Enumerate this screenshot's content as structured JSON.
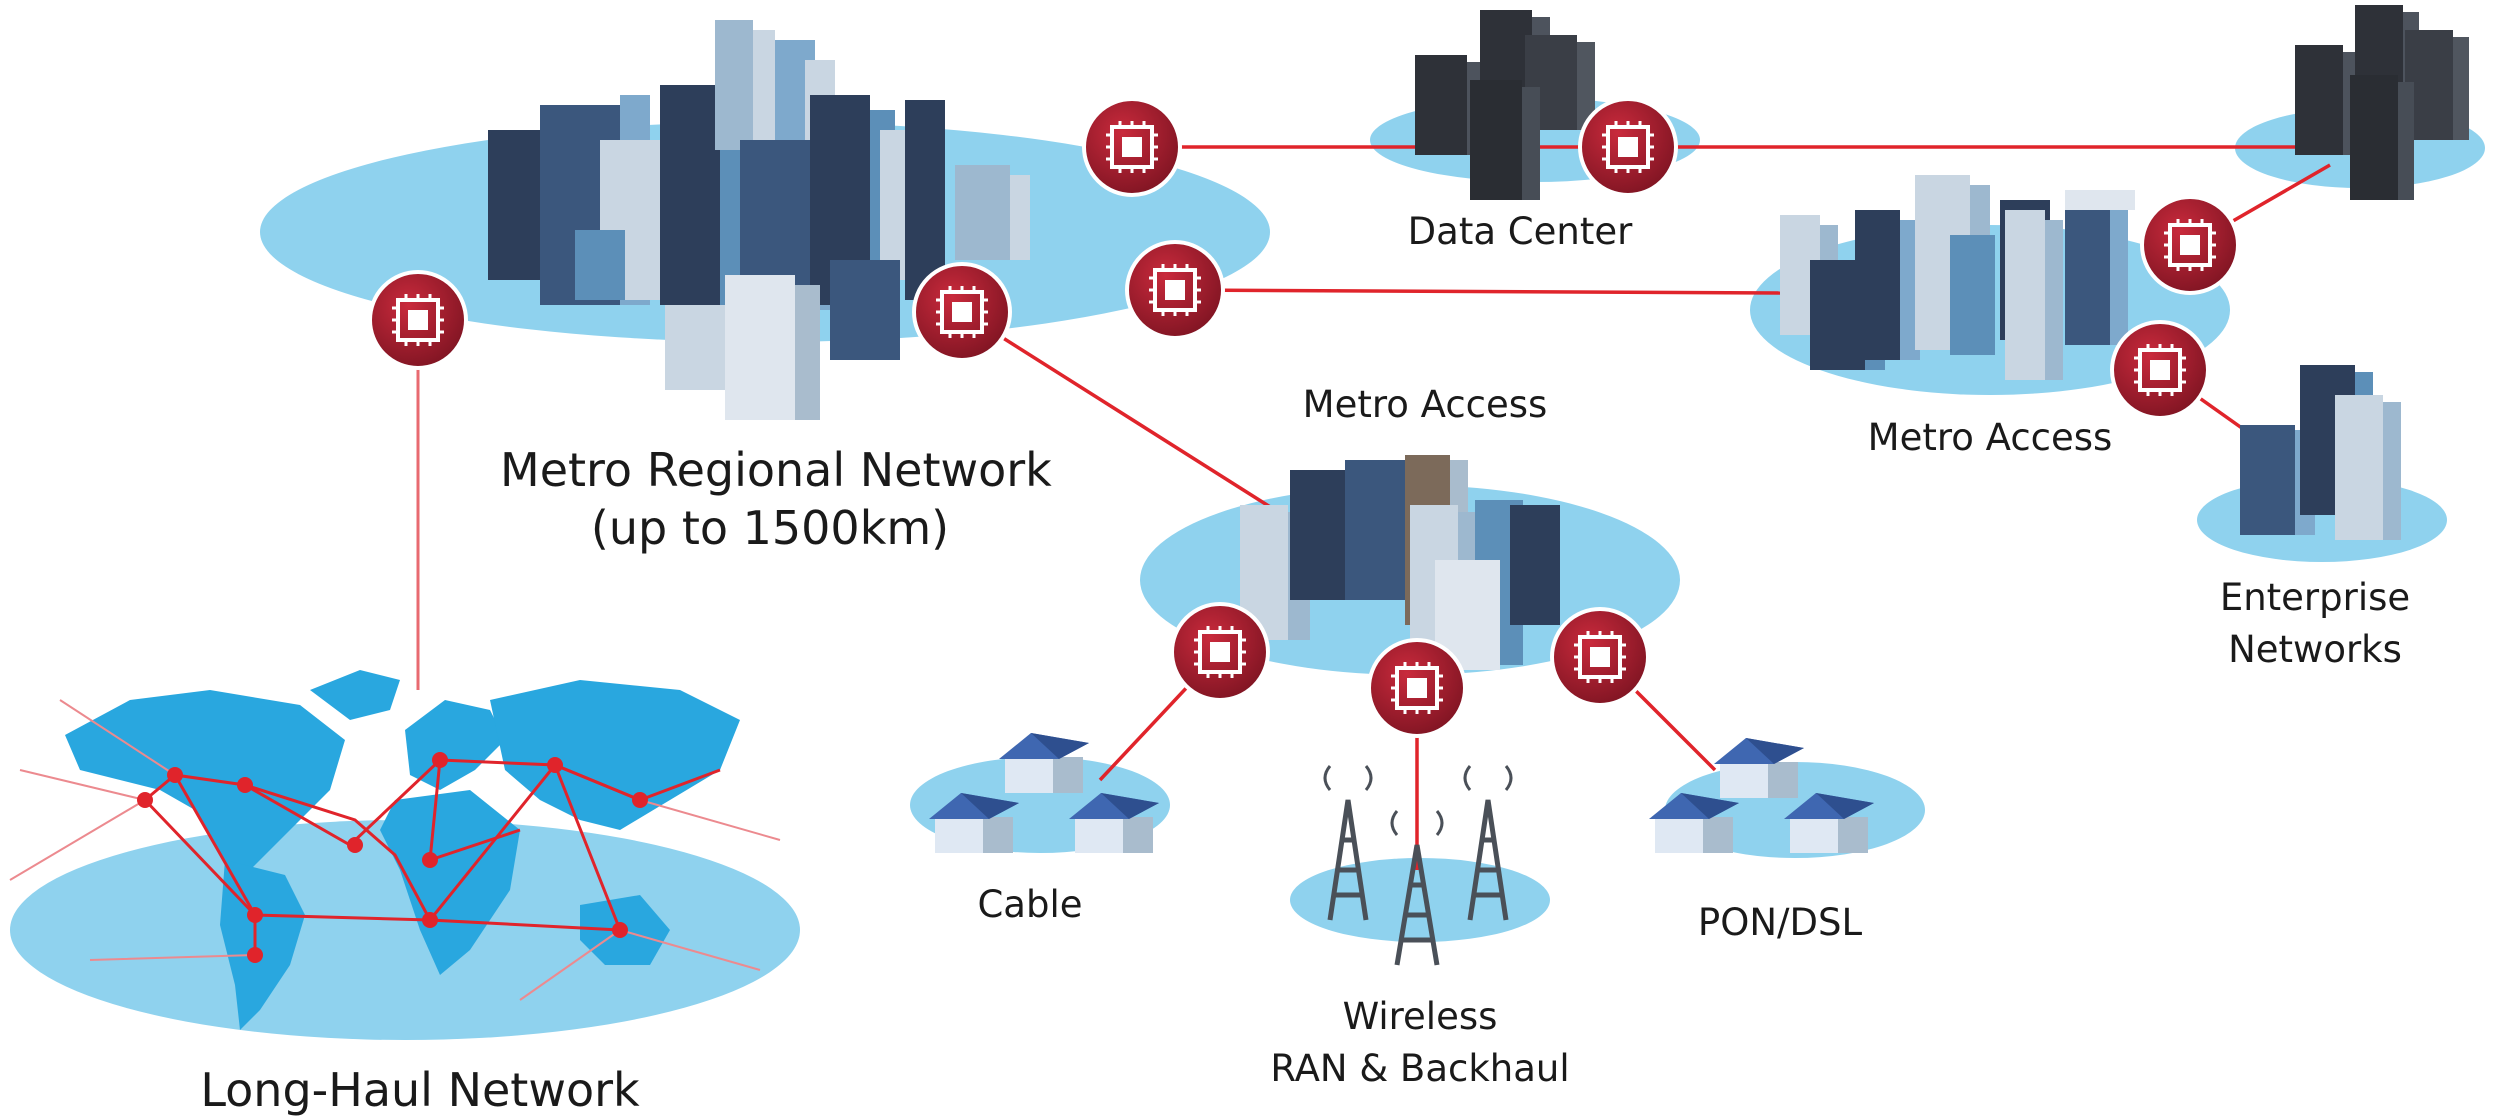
{
  "colors": {
    "platter": "#8fd2ee",
    "platter_dark": "#6cc0e4",
    "link": "#e0242b",
    "node_fill": "#a81e2e",
    "node_ring": "#ffffff",
    "building_a": "#2d3e5a",
    "building_b": "#5c8fb8",
    "building_c": "#c9d6e2",
    "server": "#2e3138",
    "house_roof": "#3f67b1",
    "house_wall": "#dfe8f3",
    "tower": "#4a5058",
    "map_land": "#29a7df"
  },
  "labels": {
    "metro_regional": "Metro Regional Network",
    "metro_regional_range": "(up to 1500km)",
    "data_center": "Data Center",
    "metro_access_center": "Metro Access",
    "metro_access_right": "Metro Access",
    "enterprise_line1": "Enterprise",
    "enterprise_line2": "Networks",
    "cable": "Cable",
    "wireless_line1": "Wireless",
    "wireless_line2": "RAN & Backhaul",
    "pon_dsl": "PON/DSL",
    "long_haul": "Long-Haul Network"
  },
  "icons": {
    "node": "chip-icon",
    "server": "server-rack-icon",
    "building": "office-building-icon",
    "house": "house-icon",
    "tower": "cell-tower-icon",
    "map": "world-map-icon"
  }
}
